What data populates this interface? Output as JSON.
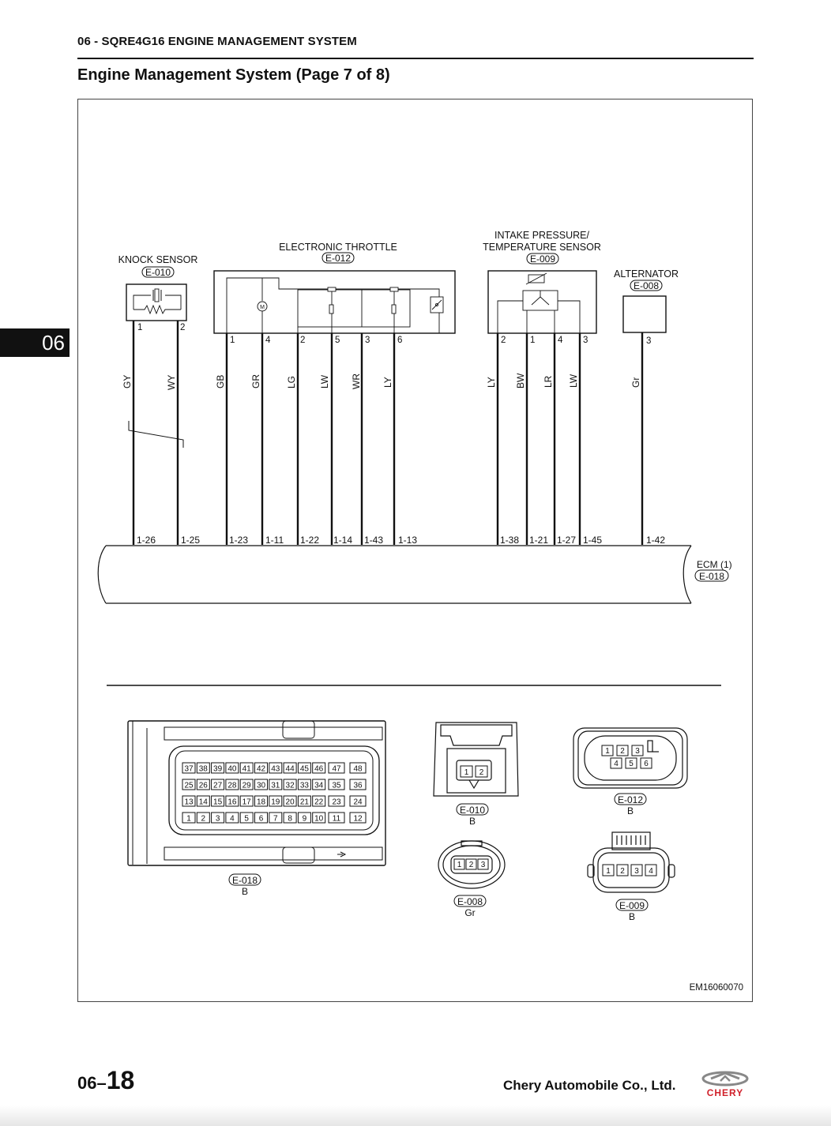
{
  "header": {
    "section": "06 - SQRE4G16 ENGINE MANAGEMENT SYSTEM",
    "title": "Engine Management System (Page 7 of 8)",
    "chapter_tab": "06"
  },
  "components": {
    "knock_sensor": {
      "name": "KNOCK SENSOR",
      "connector": "E-010",
      "pins": [
        "1",
        "2"
      ],
      "wires": [
        "GY",
        "WY"
      ],
      "ecm_pins": [
        "1-26",
        "1-25"
      ]
    },
    "throttle": {
      "name": "ELECTRONIC THROTTLE",
      "connector": "E-012",
      "pins": [
        "1",
        "4",
        "2",
        "5",
        "3",
        "6"
      ],
      "wires": [
        "GB",
        "GR",
        "LG",
        "LW",
        "WR",
        "LY"
      ],
      "ecm_pins": [
        "1-23",
        "1-11",
        "1-22",
        "1-14",
        "1-43",
        "1-13"
      ],
      "motor_symbol": "M"
    },
    "intake": {
      "name_line1": "INTAKE PRESSURE/",
      "name_line2": "TEMPERATURE SENSOR",
      "connector": "E-009",
      "pins": [
        "2",
        "1",
        "4",
        "3"
      ],
      "wires": [
        "LY",
        "BW",
        "LR",
        "LW"
      ],
      "ecm_pins": [
        "1-38",
        "1-21",
        "1-27",
        "1-45"
      ]
    },
    "alternator": {
      "name": "ALTERNATOR",
      "connector": "E-008",
      "pins": [
        "3"
      ],
      "wires": [
        "Gr"
      ],
      "ecm_pins": [
        "1-42"
      ]
    },
    "ecm": {
      "name": "ECM (1)",
      "connector": "E-018"
    }
  },
  "connector_views": {
    "e018": {
      "id": "E-018",
      "color": "B",
      "rows": [
        [
          "37",
          "38",
          "39",
          "40",
          "41",
          "42",
          "43",
          "44",
          "45",
          "46",
          "47",
          "48"
        ],
        [
          "25",
          "26",
          "27",
          "28",
          "29",
          "30",
          "31",
          "32",
          "33",
          "34",
          "35",
          "36"
        ],
        [
          "13",
          "14",
          "15",
          "16",
          "17",
          "18",
          "19",
          "20",
          "21",
          "22",
          "23",
          "24"
        ],
        [
          "1",
          "2",
          "3",
          "4",
          "5",
          "6",
          "7",
          "8",
          "9",
          "10",
          "11",
          "12"
        ]
      ]
    },
    "e010": {
      "id": "E-010",
      "color": "B",
      "pins": [
        "1",
        "2"
      ]
    },
    "e012": {
      "id": "E-012",
      "color": "B",
      "top": [
        "1",
        "2",
        "3"
      ],
      "bottom": [
        "4",
        "5",
        "6"
      ]
    },
    "e008": {
      "id": "E-008",
      "color": "Gr",
      "pins": [
        "1",
        "2",
        "3"
      ]
    },
    "e009": {
      "id": "E-009",
      "color": "B",
      "pins": [
        "1",
        "2",
        "3",
        "4"
      ]
    }
  },
  "figure_code": "EM16060070",
  "footer": {
    "page_prefix": "06–",
    "page_number": "18",
    "company": "Chery Automobile Co., Ltd.",
    "logo_text": "CHERY"
  }
}
